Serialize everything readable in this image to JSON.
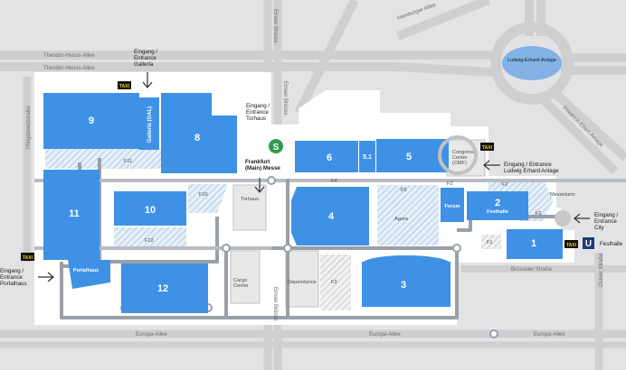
{
  "roads": {
    "theodor_heuss_1": "Theodor-Heuss-Allee",
    "theodor_heuss_2": "Theodor-Heuss-Allee",
    "hamburger_allee": "Hamburger Allee",
    "friedrich_ebert_anlage": "Friedrich-Ebert-Anlage",
    "europa_allee_1": "Europa-Allee",
    "europa_allee_2": "Europa-Allee",
    "europa_allee_3": "Europa-Allee",
    "bruesseler_strasse": "Brüsseler Straße",
    "emser_bruecke_1": "Emser Brücke",
    "emser_bruecke_2": "Emser Brücke",
    "emser_bruecke_3": "Emser Brücke",
    "pfingstweidstrasse": "Pfingstweidstraße",
    "osloer_strasse": "Osloer Straße",
    "roundabout_label": "Ludwig-Erhard-Anlage"
  },
  "halls": {
    "h9": "9",
    "h8": "8",
    "h11": "11",
    "h10": "10",
    "h12": "12",
    "h6": "6",
    "h5_1": "5.1",
    "h5": "5",
    "h4": "4",
    "h3": "3",
    "h2": "2",
    "h1": "1",
    "galleria": "Galleria (GAL)",
    "forum": "Forum",
    "festhalle": "Festhalle",
    "portalhaus": "Portalhaus"
  },
  "areas": {
    "f10": "F10",
    "f11": "F11",
    "f12": "F12",
    "f3": "F3",
    "f4": "F4",
    "f5": "F5",
    "f1": "F1",
    "f2a": "F2",
    "f2b": "F2",
    "f2c": "F2",
    "agora": "Agora",
    "torhaus": "Torhaus",
    "cargo_center": "Cargo Center",
    "dependance": "Dependance",
    "congress_center": "Congress Center (CMF)",
    "messeturm": "Messeturm"
  },
  "station": {
    "s_bahn": "S",
    "name": "Frankfurt (Main) Messe",
    "u_bahn": "U",
    "u_label": "Festhalle"
  },
  "entrances": {
    "galleria": "Eingang / Entrance Galleria",
    "torhaus": "Eingang / Entrance Torhaus",
    "ludwig_erhard": "Eingang / Entrance Ludwig Erhard Anlage",
    "city": "Eingang / Entrance City",
    "portalhaus": "Eingang / Entrance Portalhaus"
  },
  "taxi": {
    "label": "TAXI"
  },
  "colors": {
    "hall_blue": "#3f91e6",
    "roundabout_blue": "#82b2e6",
    "ground_white": "#ffffff",
    "road_grey": "#c8c8ca",
    "path_grey": "#8a8f98",
    "s_bahn_green": "#2e9a4e",
    "u_bahn_navy": "#1c3c78",
    "taxi_black": "#111111",
    "taxi_yellow": "#f3d400"
  }
}
